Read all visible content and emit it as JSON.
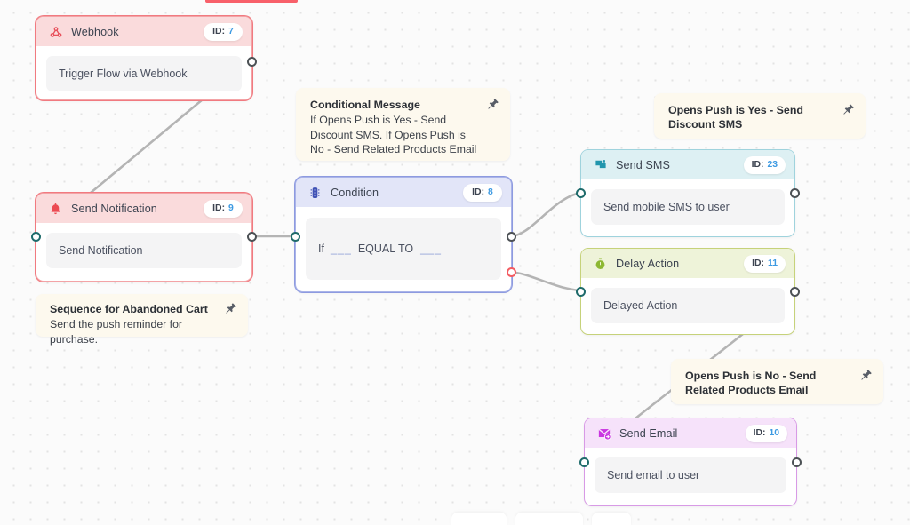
{
  "app": {
    "canvas_name": "workflow-automation-canvas",
    "background": "#fbfbfb",
    "dot_grid_color": "#e3e3e3",
    "viewport_indicator_color": "#f8606a"
  },
  "nodes": [
    {
      "id": "webhook",
      "title": "Webhook",
      "id_label": "ID:",
      "id_value": "7",
      "body_text": "Trigger Flow via Webhook",
      "icon": "webhook-icon",
      "accent": "#f8606a",
      "header_bg": "#fadbdc",
      "selected": true
    },
    {
      "id": "send-notification",
      "title": "Send Notification",
      "id_label": "ID:",
      "id_value": "9",
      "body_text": "Send Notification",
      "icon": "bell-icon",
      "accent": "#f8606a",
      "header_bg": "#fadbdc",
      "selected": true
    },
    {
      "id": "condition",
      "title": "Condition",
      "id_label": "ID:",
      "id_value": "8",
      "body_text": "If ___ EQUAL TO ___",
      "body_prefix": "If",
      "body_blank_1": "___",
      "body_operator": "EQUAL TO",
      "body_blank_2": "___",
      "icon": "traffic-light-icon",
      "accent": "#6271cf",
      "header_bg": "#e2e5f8",
      "selected": true
    },
    {
      "id": "send-sms",
      "title": "Send SMS",
      "id_label": "ID:",
      "id_value": "23",
      "body_text": "Send mobile SMS to user",
      "icon": "chat-flag-icon",
      "accent": "#3aa8bd",
      "header_bg": "#ddf0f3",
      "selected": false
    },
    {
      "id": "delay-action",
      "title": "Delay Action",
      "id_label": "ID:",
      "id_value": "11",
      "body_text": "Delayed Action",
      "icon": "stopwatch-icon",
      "accent": "#9fc33b",
      "header_bg": "#eef3d9",
      "selected": false
    },
    {
      "id": "send-email",
      "title": "Send Email",
      "id_label": "ID:",
      "id_value": "10",
      "body_text": "Send email to user",
      "icon": "envelope-arrow-icon",
      "accent": "#c936e0",
      "header_bg": "#f6e2fa",
      "selected": false
    }
  ],
  "notes": [
    {
      "id": "note-conditional-message",
      "title": "Conditional Message",
      "text": "If Opens Push is Yes - Send Discount SMS. If Opens Push is No - Send Related Products Email",
      "pin": "pin-icon"
    },
    {
      "id": "note-opens-push-yes",
      "title": "Opens Push is Yes - Send Discount SMS",
      "text": "",
      "pin": "pin-icon"
    },
    {
      "id": "note-sequence-abandoned-cart",
      "title": "Sequence for Abandoned Cart",
      "text": "Send the push reminder for purchase.",
      "pin": "pin-icon"
    },
    {
      "id": "note-opens-push-no",
      "title": "Opens Push is No - Send Related Products Email",
      "text": "",
      "pin": "pin-icon"
    }
  ]
}
